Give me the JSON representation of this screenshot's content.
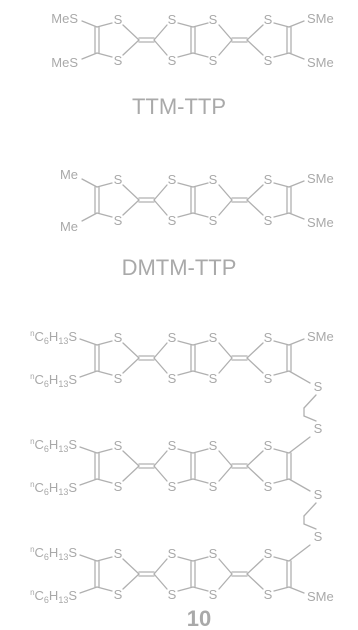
{
  "compounds": [
    {
      "caption": "TTM-TTP",
      "left_top": "MeS",
      "left_bottom": "MeS",
      "right_top": "SMe",
      "right_bottom": "SMe",
      "ring_atom": "S"
    },
    {
      "caption": "DMTM-TTP",
      "left_top": "Me",
      "left_bottom": "Me",
      "right_top": "SMe",
      "right_bottom": "SMe",
      "ring_atom": "S"
    }
  ],
  "compound10": {
    "label": "10",
    "hexyl_prefix": "n",
    "hexyl_c": "C",
    "hexyl_c_sub": "6",
    "hexyl_h": "H",
    "hexyl_h_sub": "13",
    "hexyl_s": "S",
    "ring_atom": "S",
    "linker_atom": "S",
    "terminal_top": "SMe",
    "terminal_bottom": "SMe"
  }
}
